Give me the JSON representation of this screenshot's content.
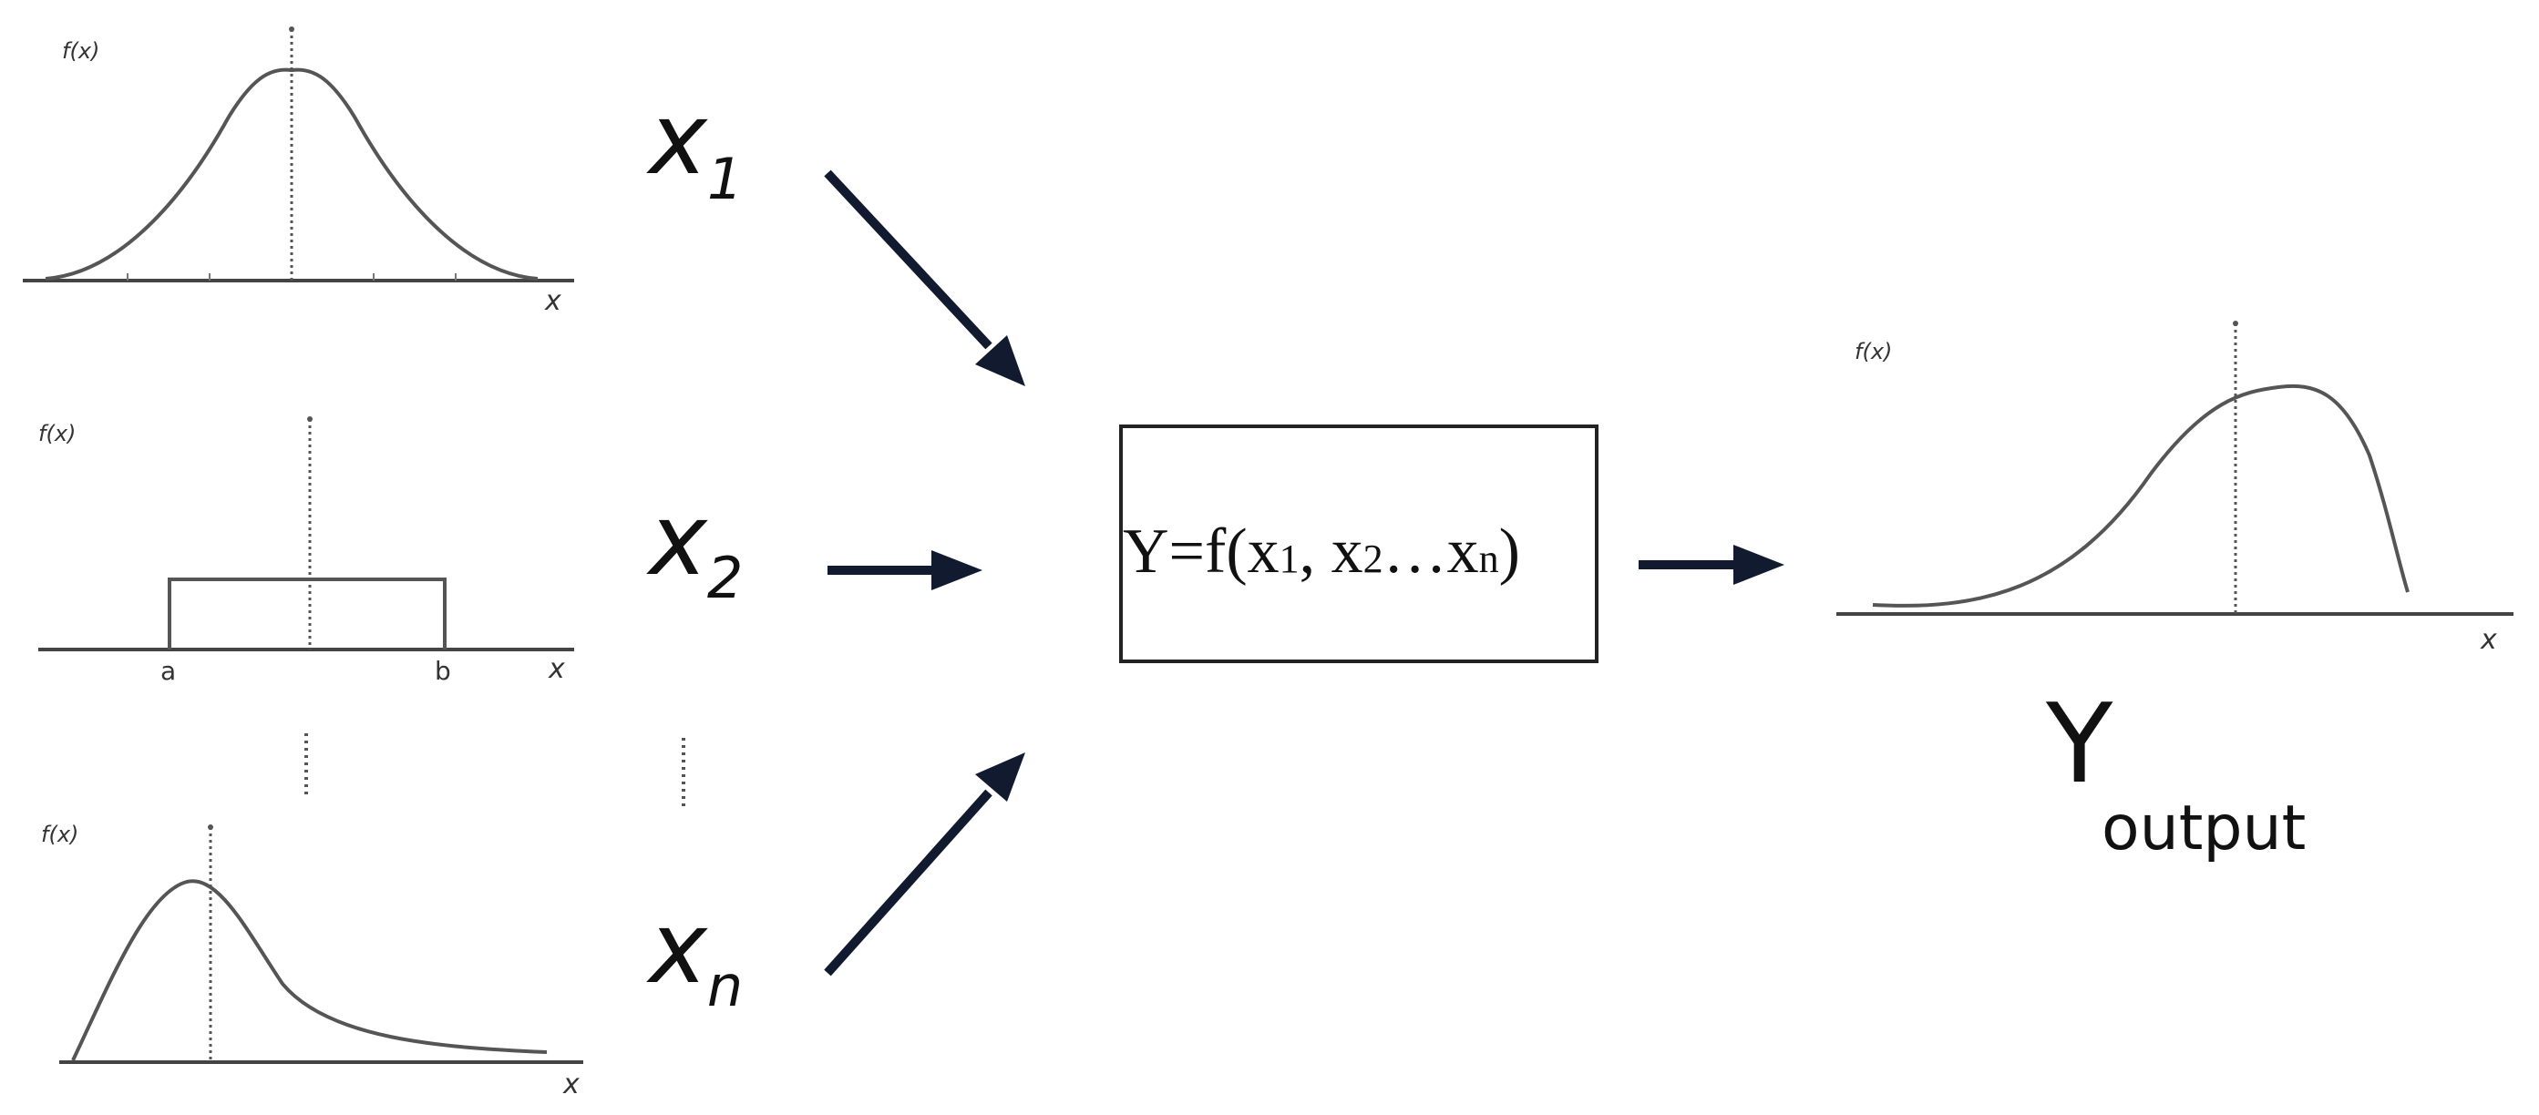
{
  "colors": {
    "arrow": "#111a2e",
    "curve": "#555555",
    "text": "#111111"
  },
  "inputs": [
    {
      "fx_label": "f(x)",
      "x_axis_label": "x",
      "var": "x",
      "sub": "1",
      "shape": "normal"
    },
    {
      "fx_label": "f(x)",
      "x_axis_label": "x",
      "var": "x",
      "sub": "2",
      "shape": "uniform",
      "a_label": "a",
      "b_label": "b"
    },
    {
      "fx_label": "f(x)",
      "x_axis_label": "x",
      "var": "x",
      "sub": "n",
      "shape": "right-skewed"
    }
  ],
  "function_box": {
    "y_eq_f": "Y=f(",
    "x1": "x",
    "sub1": "1",
    "sep1": ", ",
    "x2": "x",
    "sub2": "2",
    "ellipsis": "…",
    "xn": "x",
    "subn": "n",
    "close": ")"
  },
  "output": {
    "fx_label": "f(x)",
    "x_axis_label": "x",
    "var": "Y",
    "sub": "output",
    "shape": "left-skewed"
  }
}
